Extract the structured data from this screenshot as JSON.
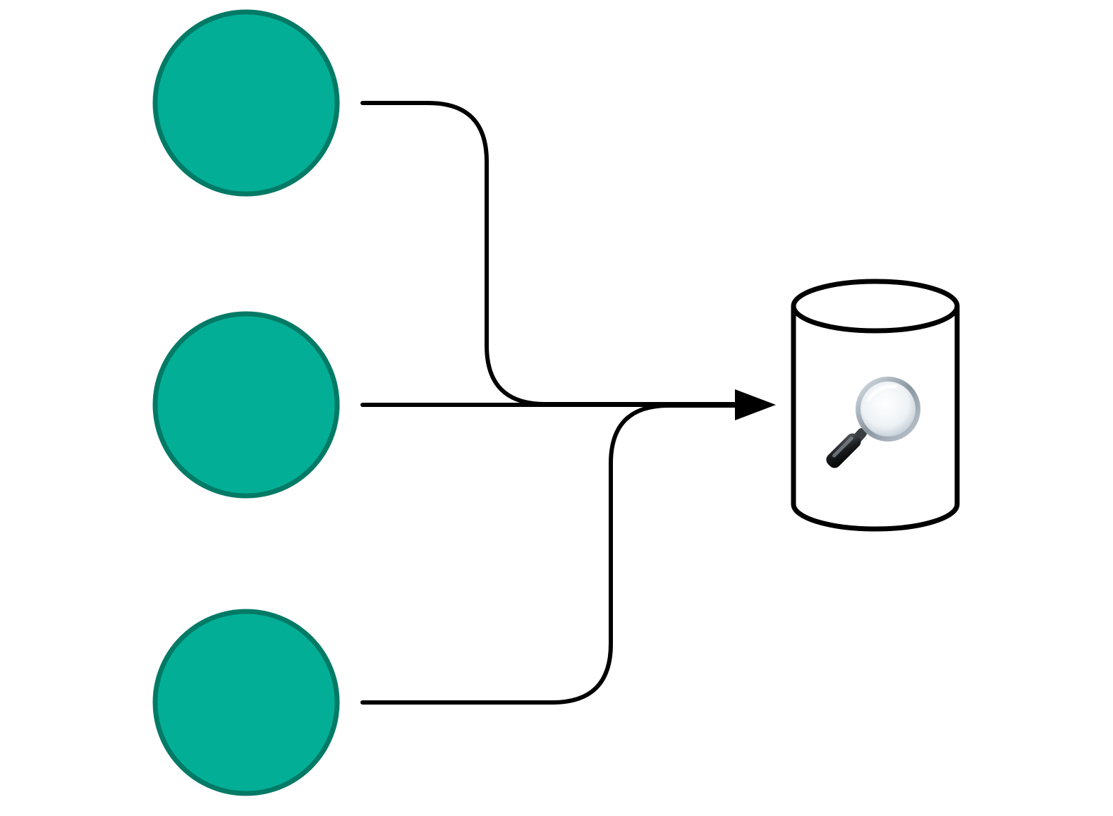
{
  "diagram": {
    "colors": {
      "background": "#ffffff",
      "node_fill": "#02af96",
      "node_stroke": "#037a66",
      "connector": "#000000",
      "database_stroke": "#000000",
      "database_fill": "#ffffff"
    },
    "nodes": [
      {
        "id": "source-node-1",
        "shape": "circle"
      },
      {
        "id": "source-node-2",
        "shape": "circle"
      },
      {
        "id": "source-node-3",
        "shape": "circle"
      }
    ],
    "connectors": [
      {
        "from": "source-node-1",
        "to": "search-database",
        "style": "rounded-elbow"
      },
      {
        "from": "source-node-2",
        "to": "search-database",
        "style": "straight",
        "arrowhead": true
      },
      {
        "from": "source-node-3",
        "to": "search-database",
        "style": "rounded-elbow"
      }
    ],
    "target": {
      "id": "search-database",
      "shape": "cylinder",
      "icon": "magnifying-glass-icon"
    }
  }
}
